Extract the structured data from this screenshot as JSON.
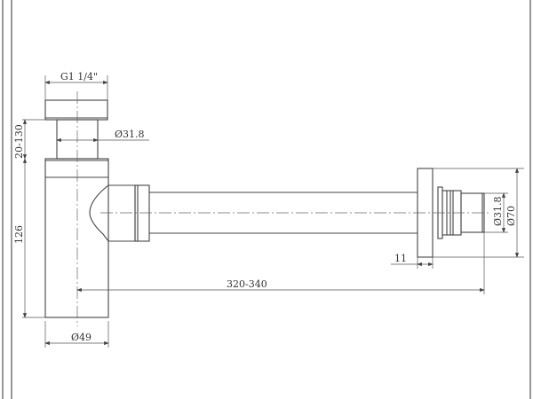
{
  "drawing": {
    "title": "Bottle trap technical drawing",
    "dimensions": {
      "thread": "G1 1/4\"",
      "inlet_diameter": "Ø31.8",
      "adjust_height": "20-130",
      "body_height": "126",
      "body_diameter": "Ø49",
      "projection": "320-340",
      "flange_thickness": "11",
      "outlet_diameter": "Ø31.8",
      "flange_diameter": "Ø70"
    }
  }
}
